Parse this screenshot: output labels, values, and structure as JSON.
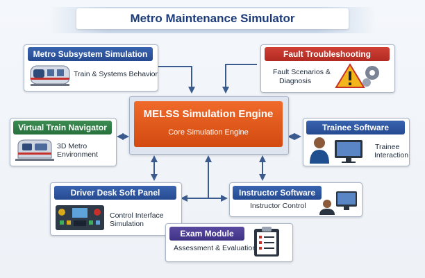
{
  "title": "Metro Maintenance Simulator",
  "engine": {
    "title": "MELSS Simulation Engine",
    "subtitle": "Core Simulation Engine"
  },
  "modules": {
    "subsystem": {
      "title": "Metro Subsystem Simulation",
      "desc": "Train & Systems Behavior",
      "icon": "metro-train-icon"
    },
    "fault": {
      "title": "Fault Troubleshooting",
      "desc_line1": "Fault Scenarios &",
      "desc_line2": "Diagnosis",
      "icon": "warning-gears-icon"
    },
    "navigator": {
      "title": "Virtual Train Navigator",
      "desc_line1": "3D Metro",
      "desc_line2": "Environment",
      "icon": "3d-train-icon"
    },
    "trainee": {
      "title": "Trainee Software",
      "desc_line1": "Trainee",
      "desc_line2": "Interaction",
      "icon": "trainee-computer-icon"
    },
    "driver": {
      "title": "Driver Desk Soft Panel",
      "desc_line1": "Control Interface",
      "desc_line2": "Simulation",
      "icon": "control-panel-icon"
    },
    "instructor": {
      "title": "Instructor Software",
      "desc": "Instructor Control",
      "icon": "instructor-computer-icon"
    },
    "exam": {
      "title": "Exam Module",
      "desc": "Assessment & Evaluation",
      "icon": "clipboard-checklist-icon"
    }
  },
  "colors": {
    "blue": "#2f58a3",
    "green": "#2f7d45",
    "red": "#c3352c",
    "purple": "#4b3c93",
    "engine": "#e55a1c",
    "arrow": "#3b5b8f"
  }
}
